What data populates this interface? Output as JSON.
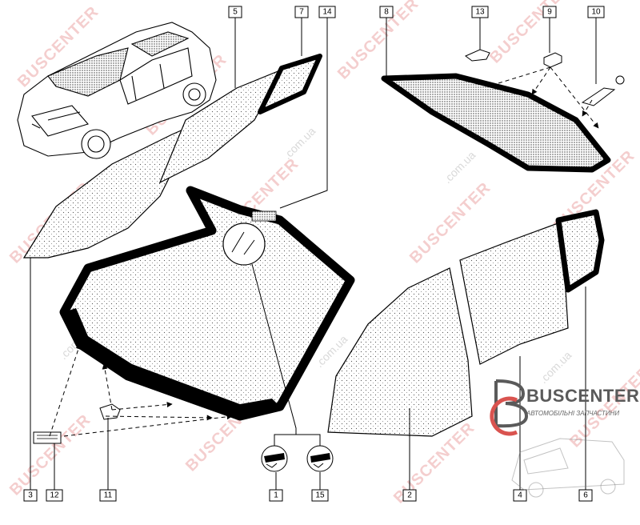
{
  "callouts": [
    {
      "id": "c3",
      "label": "3"
    },
    {
      "id": "c5",
      "label": "5"
    },
    {
      "id": "c7",
      "label": "7"
    },
    {
      "id": "c14",
      "label": "14"
    },
    {
      "id": "c8",
      "label": "8"
    },
    {
      "id": "c13",
      "label": "13"
    },
    {
      "id": "c9",
      "label": "9"
    },
    {
      "id": "c10",
      "label": "10"
    },
    {
      "id": "c12",
      "label": "12"
    },
    {
      "id": "c11",
      "label": "11"
    },
    {
      "id": "c1",
      "label": "1"
    },
    {
      "id": "c15",
      "label": "15"
    },
    {
      "id": "c2",
      "label": "2"
    },
    {
      "id": "c4",
      "label": "4"
    },
    {
      "id": "c6",
      "label": "6"
    }
  ],
  "watermark": {
    "brand": "BUSCENTER",
    "domain": ".com.ua"
  },
  "brand": {
    "name": "BUSCENTER",
    "tagline": "АВТОМОБІЛЬНІ ЗАПЧАСТИНИ"
  },
  "colors": {
    "watermark": "#d75050",
    "logo_red": "#d9534f",
    "logo_gray": "#5a5a5a"
  }
}
